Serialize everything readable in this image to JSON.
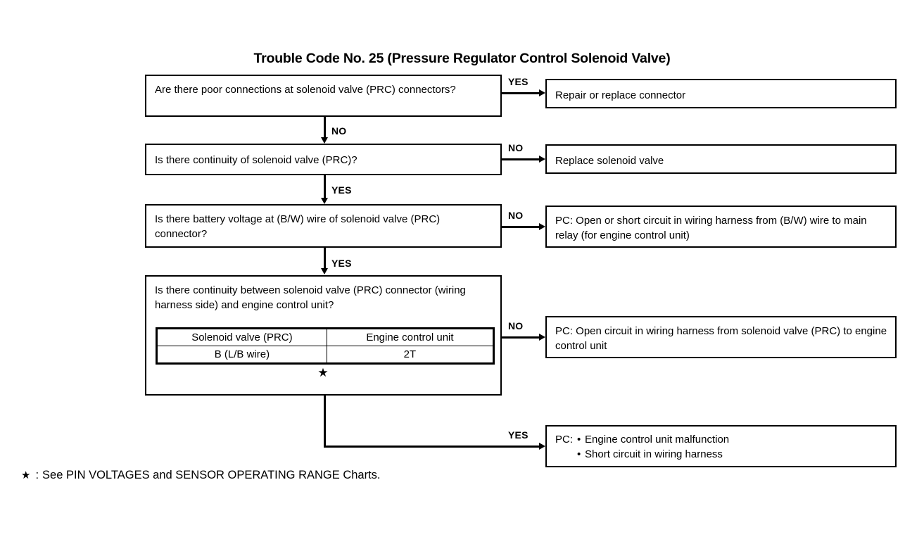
{
  "title": "Trouble Code No. 25 (Pressure Regulator Control Solenoid Valve)",
  "questions": [
    {
      "id": "q1",
      "text": "Are there poor connections at solenoid valve (PRC) connectors?"
    },
    {
      "id": "q2",
      "text": "Is there continuity of solenoid valve (PRC)?"
    },
    {
      "id": "q3",
      "text": "Is there battery voltage at (B/W) wire of solenoid valve (PRC) connector?"
    },
    {
      "id": "q4",
      "text": "Is there continuity between solenoid valve (PRC) connector (wiring harness side) and engine control unit?",
      "table": {
        "headers": [
          "Solenoid valve (PRC)",
          "Engine control unit"
        ],
        "rows": [
          [
            "B (L/B wire)",
            "2T"
          ]
        ]
      },
      "star": "★"
    }
  ],
  "results": [
    {
      "id": "r1",
      "text": "Repair or replace connector"
    },
    {
      "id": "r2",
      "text": "Replace solenoid valve"
    },
    {
      "id": "r3",
      "text": "PC: Open or short circuit in wiring harness from (B/W) wire to main relay (for engine control unit)"
    },
    {
      "id": "r4",
      "text": "PC: Open circuit in wiring harness from solenoid valve (PRC) to engine control unit"
    },
    {
      "id": "r5",
      "prefix": "PC:",
      "bullets": [
        "Engine control unit malfunction",
        "Short circuit in wiring harness"
      ],
      "bullet_glyph": "•"
    }
  ],
  "branch_labels": {
    "q1_yes": "YES",
    "q1_no": "NO",
    "q2_no": "NO",
    "q2_yes": "YES",
    "q3_no": "NO",
    "q3_yes": "YES",
    "q4_no": "NO",
    "q4_yes": "YES"
  },
  "footnote": {
    "star": "★",
    "separator": ":",
    "text": "See PIN VOLTAGES and SENSOR OPERATING RANGE Charts."
  },
  "colors": {
    "ink": "#000000",
    "paper": "#ffffff"
  }
}
